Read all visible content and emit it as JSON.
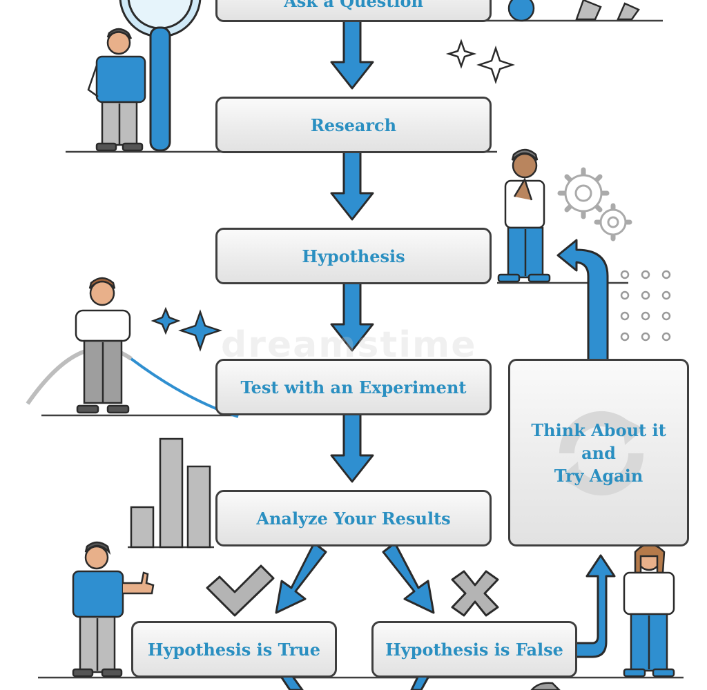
{
  "steps": {
    "ask": "Ask a Question",
    "research": "Research",
    "hypothesis": "Hypothesis",
    "test": "Test with an Experiment",
    "analyze": "Analyze Your Results",
    "true": "Hypothesis is True",
    "false": "Hypothesis is False",
    "think_line1": "Think About it",
    "think_line2": "and",
    "think_line3": "Try Again"
  },
  "watermark": "dreamstime",
  "colors": {
    "accent": "#2a8fc1",
    "outline": "#3e3e3e",
    "box_fill": "#ececec",
    "gray": "#b8b8b8"
  }
}
